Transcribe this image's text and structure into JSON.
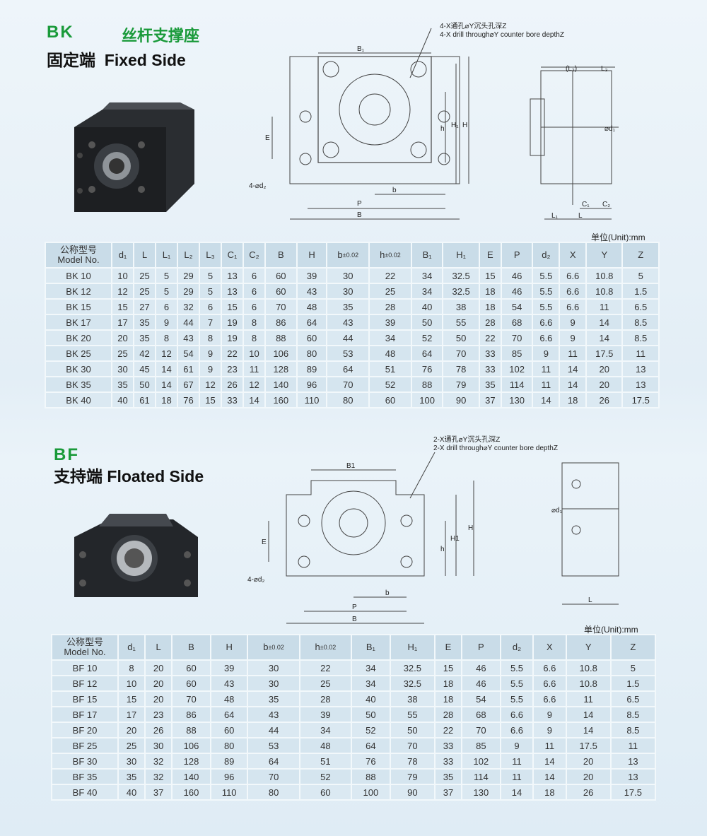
{
  "bk": {
    "code": "BK",
    "title_cn": "丝杆支撑座",
    "subtitle_cn": "固定端",
    "subtitle_en": "Fixed Side",
    "note_cn": "4-X通孔⌀Y沉头孔深Z",
    "note_en": "4-X drill through⌀Y counter bore depthZ",
    "labels": {
      "B1": "B₁",
      "E": "E",
      "h": "h",
      "H1": "H₁",
      "H": "H",
      "d2": "4-⌀d₂",
      "b": "b",
      "P": "P",
      "B": "B",
      "L2": "(L₂)",
      "L3": "L₃",
      "d1": "⌀d₁",
      "C1": "C₁",
      "C2": "C₂",
      "L1": "L₁",
      "L": "L"
    },
    "unit": "单位(Unit):mm",
    "header_cn": "公称型号",
    "header_en": "Model No.",
    "columns": [
      "d₁",
      "L",
      "L₁",
      "L₂",
      "L₃",
      "C₁",
      "C₂",
      "B",
      "H",
      "b",
      "h",
      "B₁",
      "H₁",
      "E",
      "P",
      "d₂",
      "X",
      "Y",
      "Z"
    ],
    "tolerance": "±0.02",
    "rows": [
      [
        "BK 10",
        "10",
        "25",
        "5",
        "29",
        "5",
        "13",
        "6",
        "60",
        "39",
        "30",
        "22",
        "34",
        "32.5",
        "15",
        "46",
        "5.5",
        "6.6",
        "10.8",
        "5"
      ],
      [
        "BK 12",
        "12",
        "25",
        "5",
        "29",
        "5",
        "13",
        "6",
        "60",
        "43",
        "30",
        "25",
        "34",
        "32.5",
        "18",
        "46",
        "5.5",
        "6.6",
        "10.8",
        "1.5"
      ],
      [
        "BK 15",
        "15",
        "27",
        "6",
        "32",
        "6",
        "15",
        "6",
        "70",
        "48",
        "35",
        "28",
        "40",
        "38",
        "18",
        "54",
        "5.5",
        "6.6",
        "11",
        "6.5"
      ],
      [
        "BK 17",
        "17",
        "35",
        "9",
        "44",
        "7",
        "19",
        "8",
        "86",
        "64",
        "43",
        "39",
        "50",
        "55",
        "28",
        "68",
        "6.6",
        "9",
        "14",
        "8.5"
      ],
      [
        "BK 20",
        "20",
        "35",
        "8",
        "43",
        "8",
        "19",
        "8",
        "88",
        "60",
        "44",
        "34",
        "52",
        "50",
        "22",
        "70",
        "6.6",
        "9",
        "14",
        "8.5"
      ],
      [
        "BK 25",
        "25",
        "42",
        "12",
        "54",
        "9",
        "22",
        "10",
        "106",
        "80",
        "53",
        "48",
        "64",
        "70",
        "33",
        "85",
        "9",
        "11",
        "17.5",
        "11"
      ],
      [
        "BK 30",
        "30",
        "45",
        "14",
        "61",
        "9",
        "23",
        "11",
        "128",
        "89",
        "64",
        "51",
        "76",
        "78",
        "33",
        "102",
        "11",
        "14",
        "20",
        "13"
      ],
      [
        "BK 35",
        "35",
        "50",
        "14",
        "67",
        "12",
        "26",
        "12",
        "140",
        "96",
        "70",
        "52",
        "88",
        "79",
        "35",
        "114",
        "11",
        "14",
        "20",
        "13"
      ],
      [
        "BK 40",
        "40",
        "61",
        "18",
        "76",
        "15",
        "33",
        "14",
        "160",
        "110",
        "80",
        "60",
        "100",
        "90",
        "37",
        "130",
        "14",
        "18",
        "26",
        "17.5"
      ]
    ]
  },
  "bf": {
    "code": "BF",
    "subtitle_cn": "支持端",
    "subtitle_en": "Floated Side",
    "note_cn": "2-X通孔⌀Y沉头孔深Z",
    "note_en": "2-X drill through⌀Y counter bore depthZ",
    "labels": {
      "B1": "B1",
      "E": "E",
      "h": "h",
      "H1": "H1",
      "H": "H",
      "d2": "4-⌀d₂",
      "b": "b",
      "P": "P",
      "B": "B",
      "d1": "⌀d₁",
      "L": "L"
    },
    "unit": "单位(Unit):mm",
    "header_cn": "公称型号",
    "header_en": "Model No.",
    "columns": [
      "d₁",
      "L",
      "B",
      "H",
      "b",
      "h",
      "B₁",
      "H₁",
      "E",
      "P",
      "d₂",
      "X",
      "Y",
      "Z"
    ],
    "tolerance": "±0.02",
    "rows": [
      [
        "BF 10",
        "8",
        "20",
        "60",
        "39",
        "30",
        "22",
        "34",
        "32.5",
        "15",
        "46",
        "5.5",
        "6.6",
        "10.8",
        "5"
      ],
      [
        "BF 12",
        "10",
        "20",
        "60",
        "43",
        "30",
        "25",
        "34",
        "32.5",
        "18",
        "46",
        "5.5",
        "6.6",
        "10.8",
        "1.5"
      ],
      [
        "BF 15",
        "15",
        "20",
        "70",
        "48",
        "35",
        "28",
        "40",
        "38",
        "18",
        "54",
        "5.5",
        "6.6",
        "11",
        "6.5"
      ],
      [
        "BF 17",
        "17",
        "23",
        "86",
        "64",
        "43",
        "39",
        "50",
        "55",
        "28",
        "68",
        "6.6",
        "9",
        "14",
        "8.5"
      ],
      [
        "BF 20",
        "20",
        "26",
        "88",
        "60",
        "44",
        "34",
        "52",
        "50",
        "22",
        "70",
        "6.6",
        "9",
        "14",
        "8.5"
      ],
      [
        "BF 25",
        "25",
        "30",
        "106",
        "80",
        "53",
        "48",
        "64",
        "70",
        "33",
        "85",
        "9",
        "11",
        "17.5",
        "11"
      ],
      [
        "BF 30",
        "30",
        "32",
        "128",
        "89",
        "64",
        "51",
        "76",
        "78",
        "33",
        "102",
        "11",
        "14",
        "20",
        "13"
      ],
      [
        "BF 35",
        "35",
        "32",
        "140",
        "96",
        "70",
        "52",
        "88",
        "79",
        "35",
        "114",
        "11",
        "14",
        "20",
        "13"
      ],
      [
        "BF 40",
        "40",
        "37",
        "160",
        "110",
        "80",
        "60",
        "100",
        "90",
        "37",
        "130",
        "14",
        "18",
        "26",
        "17.5"
      ]
    ]
  }
}
